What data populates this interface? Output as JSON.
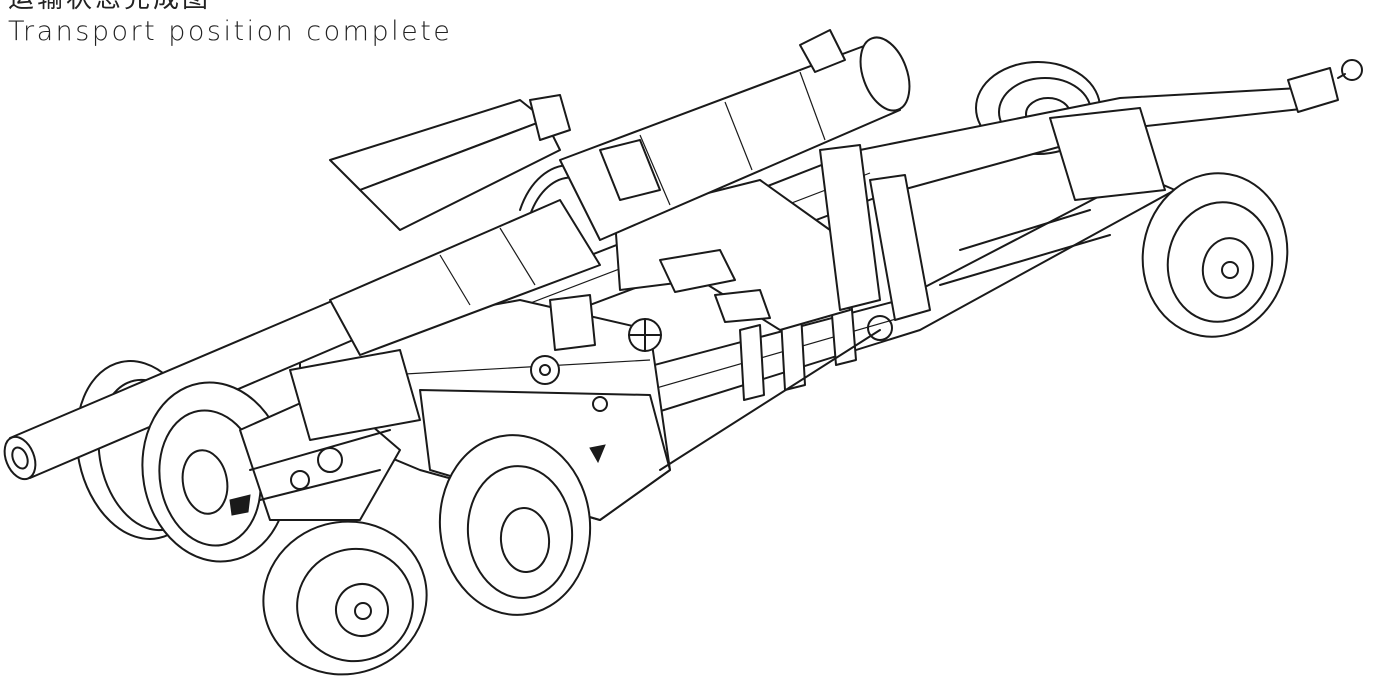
{
  "caption": {
    "line_cn": "运输状态完成图",
    "line_en": "Transport position complete"
  },
  "drawing": {
    "subject": "towed howitzer in transport position",
    "icons": [
      "barrel",
      "recoil-cradle",
      "trail-frame",
      "tow-eye",
      "front-wheel",
      "rear-wheel",
      "hand-wheel"
    ]
  }
}
